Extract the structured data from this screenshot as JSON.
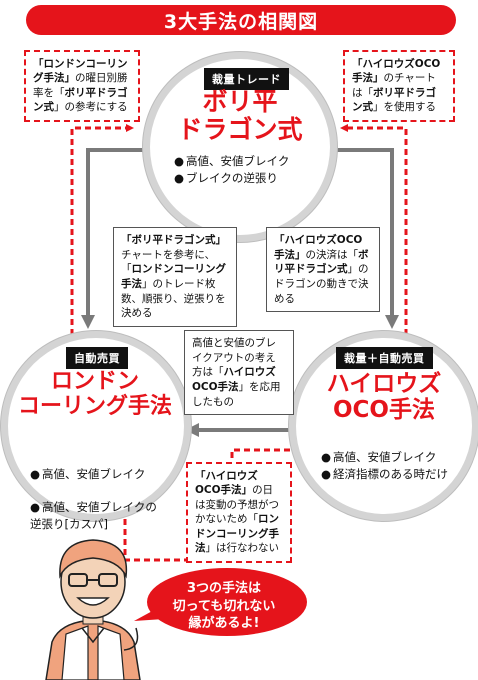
{
  "title": "3大手法の相関図",
  "methods": {
    "top": {
      "badge": "裁量トレード",
      "name": "ボリ平\nドラゴン式",
      "bullets": [
        "高値、安値ブレイク",
        "ブレイクの逆張り"
      ]
    },
    "left": {
      "badge": "自動売買",
      "name": "ロンドン\nコーリング手法",
      "bullets": [
        "高値、安値ブレイク",
        "高値、安値ブレイクの\n逆張り[カスパ]"
      ]
    },
    "right": {
      "badge": "裁量＋自動売買",
      "name": "ハイロウズ\nOCO手法",
      "bullets": [
        "高値、安値ブレイク",
        "経済指標のある時だけ"
      ]
    }
  },
  "notes": {
    "top_left": {
      "p1": "「ロンドンコーリング手法」",
      "p2": "の曜日別勝率を「",
      "p3": "ボリ平ドラゴン式",
      "p4": "」の参考にする"
    },
    "top_right": {
      "p1": "「ハイロウズOCO手法」",
      "p2": "のチャートは「",
      "p3": "ボリ平ドラゴン式",
      "p4": "」を使用する"
    },
    "mid_left": {
      "p1": "「ボリ平ドラゴン式」",
      "p2": "チャートを参考に、「",
      "p3": "ロンドンコーリング手法",
      "p4": "」のトレード枚数、順張り、逆張りを決める"
    },
    "mid_right": {
      "p1": "「ハイロウズOCO手法」",
      "p2": "の決済は「",
      "p3": "ボリ平ドラゴン式",
      "p4": "」のドラゴンの動きで決める"
    },
    "center": {
      "p1": "高値と安値のブレイクアウトの考え方は「",
      "p2": "ハイロウズOCO手法",
      "p3": "」を応用したもの"
    },
    "bottom": {
      "p1": "「ハイロウズOCO手法」",
      "p2": "の日は変動の予想がつかないため「",
      "p3": "ロンドンコーリング手法",
      "p4": "」は行なわない"
    }
  },
  "speech": "3つの手法は\n切っても切れない\n縁があるよ!",
  "colors": {
    "accent": "#e5141b",
    "gray_arrow": "#7a7a7a",
    "ring": "#d4d4d4"
  }
}
